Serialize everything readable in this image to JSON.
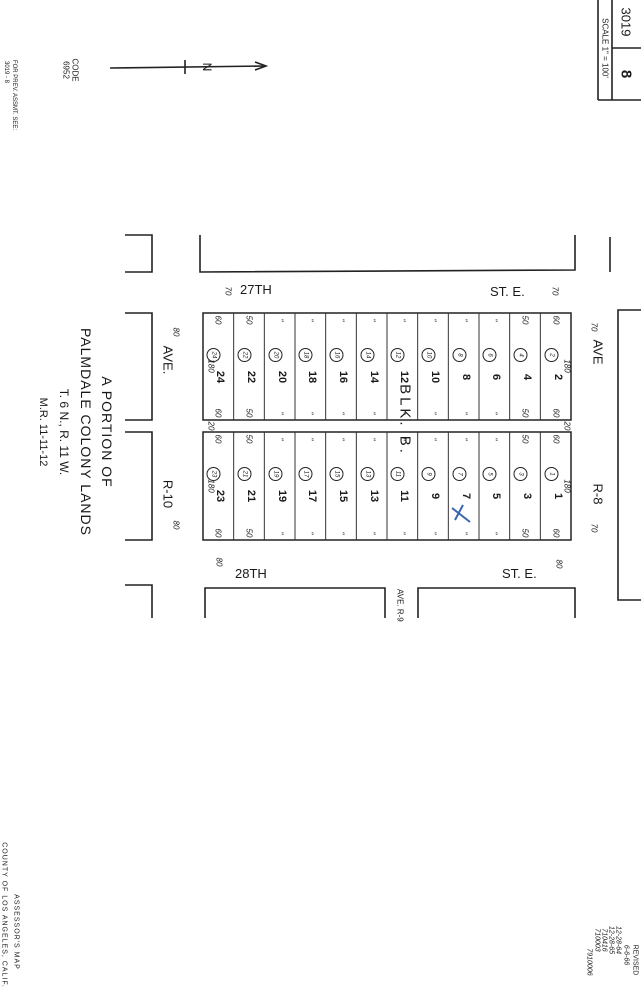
{
  "header": {
    "page_number": "3019",
    "block_number": "8",
    "scale": "SCALE 1\" = 100'"
  },
  "left_margin": {
    "code_label": "CODE",
    "code_value": "6952",
    "prev_assmt": "FOR PREV. ASSMT. SEE:",
    "prev_ref": "3019 - 8"
  },
  "north_arrow": "N",
  "streets": {
    "top": {
      "name": "27TH",
      "suffix": "ST. E."
    },
    "bottom": {
      "name": "28TH",
      "suffix": "ST. E."
    },
    "left": {
      "name": "R-10",
      "suffix": "AVE."
    },
    "right": {
      "name": "R-8",
      "suffix": "AVE"
    },
    "middle_ave": "AVE. R-9"
  },
  "block_label": "BLK. B.",
  "dims": {
    "d60": "60",
    "d50": "50",
    "d70": "70",
    "d80": "80",
    "d20": "20",
    "d180": "180",
    "ditto": "\""
  },
  "lots_top_row": [
    {
      "lot": "24",
      "parcel": "24"
    },
    {
      "lot": "22",
      "parcel": "22"
    },
    {
      "lot": "20",
      "parcel": "20"
    },
    {
      "lot": "18",
      "parcel": "18"
    },
    {
      "lot": "16",
      "parcel": "16"
    },
    {
      "lot": "14",
      "parcel": "14"
    },
    {
      "lot": "12",
      "parcel": "12"
    },
    {
      "lot": "10",
      "parcel": "10"
    },
    {
      "lot": "8",
      "parcel": "8"
    },
    {
      "lot": "6",
      "parcel": "6"
    },
    {
      "lot": "4",
      "parcel": "4"
    },
    {
      "lot": "2",
      "parcel": "2"
    }
  ],
  "lots_bottom_row": [
    {
      "lot": "23",
      "parcel": "23"
    },
    {
      "lot": "21",
      "parcel": "21"
    },
    {
      "lot": "19",
      "parcel": "19"
    },
    {
      "lot": "17",
      "parcel": "17"
    },
    {
      "lot": "15",
      "parcel": "15"
    },
    {
      "lot": "13",
      "parcel": "13"
    },
    {
      "lot": "11",
      "parcel": "11"
    },
    {
      "lot": "9",
      "parcel": "9"
    },
    {
      "lot": "7",
      "parcel": "7"
    },
    {
      "lot": "5",
      "parcel": "5"
    },
    {
      "lot": "3",
      "parcel": "3"
    },
    {
      "lot": "1",
      "parcel": "1"
    }
  ],
  "subdivision": {
    "line1": "A PORTION OF",
    "line2": "PALMDALE COLONY LANDS",
    "line3": "T. 6 N., R. 11 W.",
    "line4": "M.R. 11-11-12"
  },
  "footer": {
    "assessor": "ASSESSOR'S MAP",
    "county": "COUNTY OF LOS ANGELES, CALIF.",
    "revised_label": "REVISED",
    "revisions": [
      "6-6-66",
      "12-28-64",
      "12-28-65",
      "710416",
      "710003",
      "7910006"
    ]
  }
}
